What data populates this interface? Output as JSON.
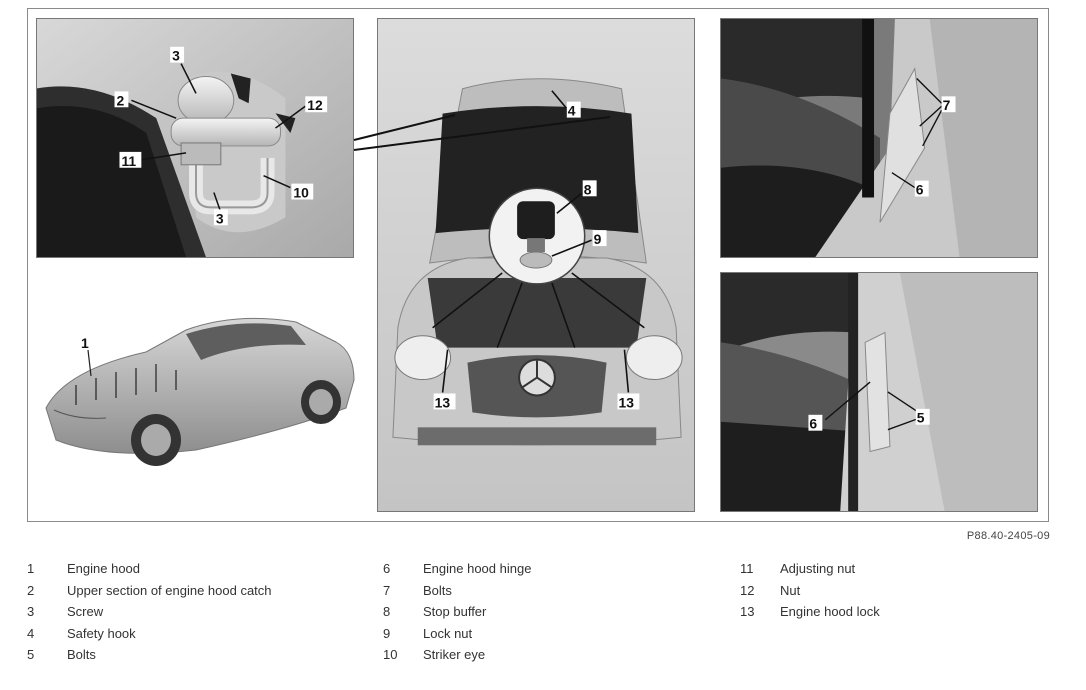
{
  "figure": {
    "reference_code": "P88.40-2405-09",
    "callouts": {
      "hinge_panel": [
        "3",
        "2",
        "12",
        "11",
        "10",
        "3"
      ],
      "front_panel": [
        "4",
        "8",
        "9",
        "13",
        "13"
      ],
      "hinge7_panel": [
        "7",
        "6"
      ],
      "hinge5_panel": [
        "6",
        "5"
      ],
      "car_panel": [
        "1"
      ]
    }
  },
  "legend": {
    "col1": [
      {
        "num": "1",
        "label": "Engine hood"
      },
      {
        "num": "2",
        "label": "Upper section of engine hood catch"
      },
      {
        "num": "3",
        "label": "Screw"
      },
      {
        "num": "4",
        "label": "Safety hook"
      },
      {
        "num": "5",
        "label": "Bolts"
      }
    ],
    "col2": [
      {
        "num": "6",
        "label": "Engine hood hinge"
      },
      {
        "num": "7",
        "label": "Bolts"
      },
      {
        "num": "8",
        "label": "Stop buffer"
      },
      {
        "num": "9",
        "label": "Lock nut"
      },
      {
        "num": "10",
        "label": "Striker eye"
      }
    ],
    "col3": [
      {
        "num": "11",
        "label": "Adjusting nut"
      },
      {
        "num": "12",
        "label": "Nut"
      },
      {
        "num": "13",
        "label": "Engine hood lock"
      }
    ]
  }
}
